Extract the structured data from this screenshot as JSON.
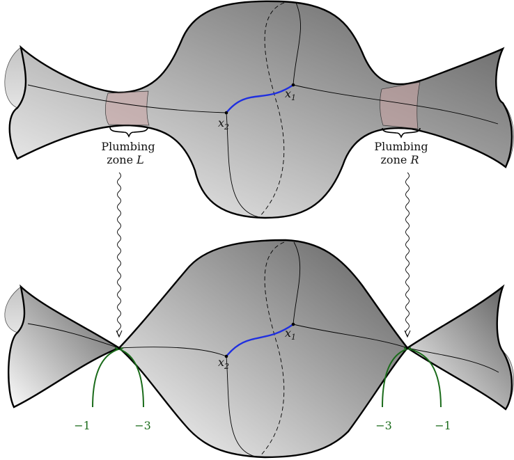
{
  "labels": {
    "x1": "x",
    "x1_sub": "1",
    "x2": "x",
    "x2_sub": "2",
    "x1_bottom": "x",
    "x1_bottom_sub": "1",
    "x2_bottom": "x",
    "x2_bottom_sub": "2",
    "plumbing_left_line1": "Plumbing",
    "plumbing_left_line2": "zone",
    "plumbing_left_letter": "L",
    "plumbing_right_line1": "Plumbing",
    "plumbing_right_line2": "zone",
    "plumbing_right_letter": "R"
  },
  "weights": {
    "left_outer": "−1",
    "left_inner": "−3",
    "right_inner": "−3",
    "right_outer": "−1"
  },
  "colors": {
    "surface_dark": "#6b6b6b",
    "surface_light": "#fafafa",
    "path_blue": "#1f2fe0",
    "weight_green": "#1a6b1a",
    "plumbing_zone": "#c9a3a3"
  }
}
